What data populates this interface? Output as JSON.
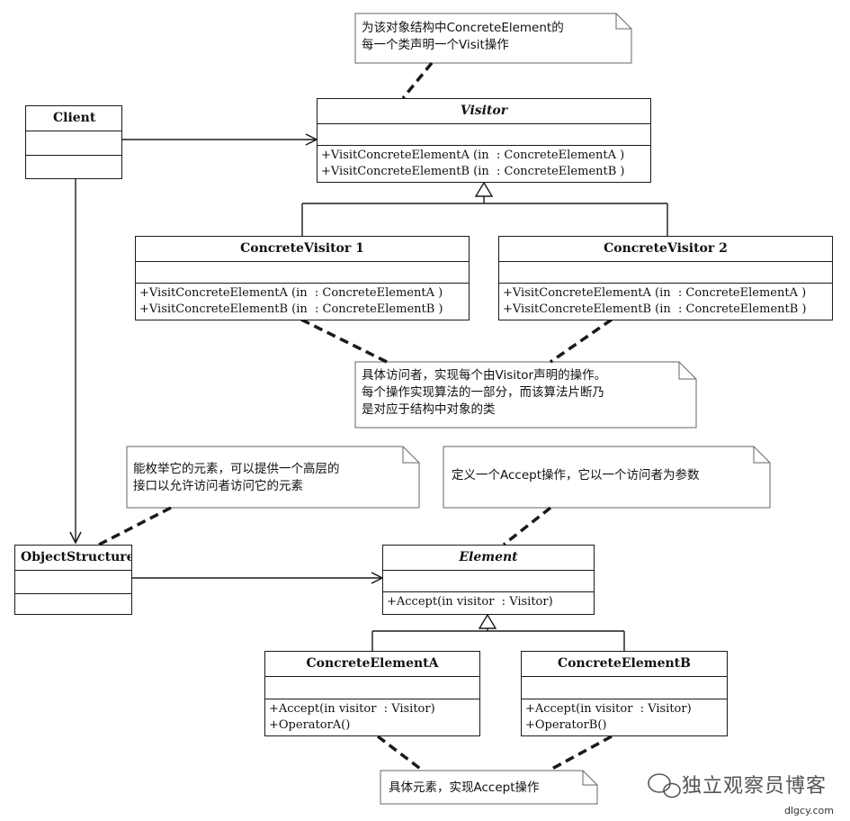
{
  "classes": {
    "client": {
      "name": "Client"
    },
    "visitor": {
      "name": "Visitor",
      "ops": [
        "+VisitConcreteElementA (in  : ConcreteElementA )",
        "+VisitConcreteElementB (in  : ConcreteElementB )"
      ]
    },
    "concrete_visitor_1": {
      "name": "ConcreteVisitor 1",
      "ops": [
        "+VisitConcreteElementA (in  : ConcreteElementA )",
        "+VisitConcreteElementB (in  : ConcreteElementB )"
      ]
    },
    "concrete_visitor_2": {
      "name": "ConcreteVisitor 2",
      "ops": [
        "+VisitConcreteElementA (in  : ConcreteElementA )",
        "+VisitConcreteElementB (in  : ConcreteElementB )"
      ]
    },
    "object_structure": {
      "name": "ObjectStructure"
    },
    "element": {
      "name": "Element",
      "ops": [
        "+Accept(in visitor  : Visitor)"
      ]
    },
    "concrete_element_a": {
      "name": "ConcreteElementA",
      "ops": [
        "+Accept(in visitor  : Visitor)",
        "+OperatorA()"
      ]
    },
    "concrete_element_b": {
      "name": "ConcreteElementB",
      "ops": [
        "+Accept(in visitor  : Visitor)",
        "+OperatorB()"
      ]
    }
  },
  "notes": {
    "visitor_note": [
      "为该对象结构中ConcreteElement的",
      "每一个类声明一个Visit操作"
    ],
    "concrete_visitor_note": [
      "具体访问者，实现每个由Visitor声明的操作。",
      "每个操作实现算法的一部分，而该算法片断乃",
      "是对应于结构中对象的类"
    ],
    "object_structure_note": [
      "能枚举它的元素，可以提供一个高层的",
      "接口以允许访问者访问它的元素"
    ],
    "element_note": [
      "定义一个Accept操作，它以一个访问者为参数"
    ],
    "concrete_element_note": [
      "具体元素，实现Accept操作"
    ]
  },
  "watermark": {
    "text": "独立观察员博客",
    "site": "dlgcy.com"
  },
  "colors": {
    "line": "#1a1a1a",
    "note_fill": "#ffffff"
  }
}
